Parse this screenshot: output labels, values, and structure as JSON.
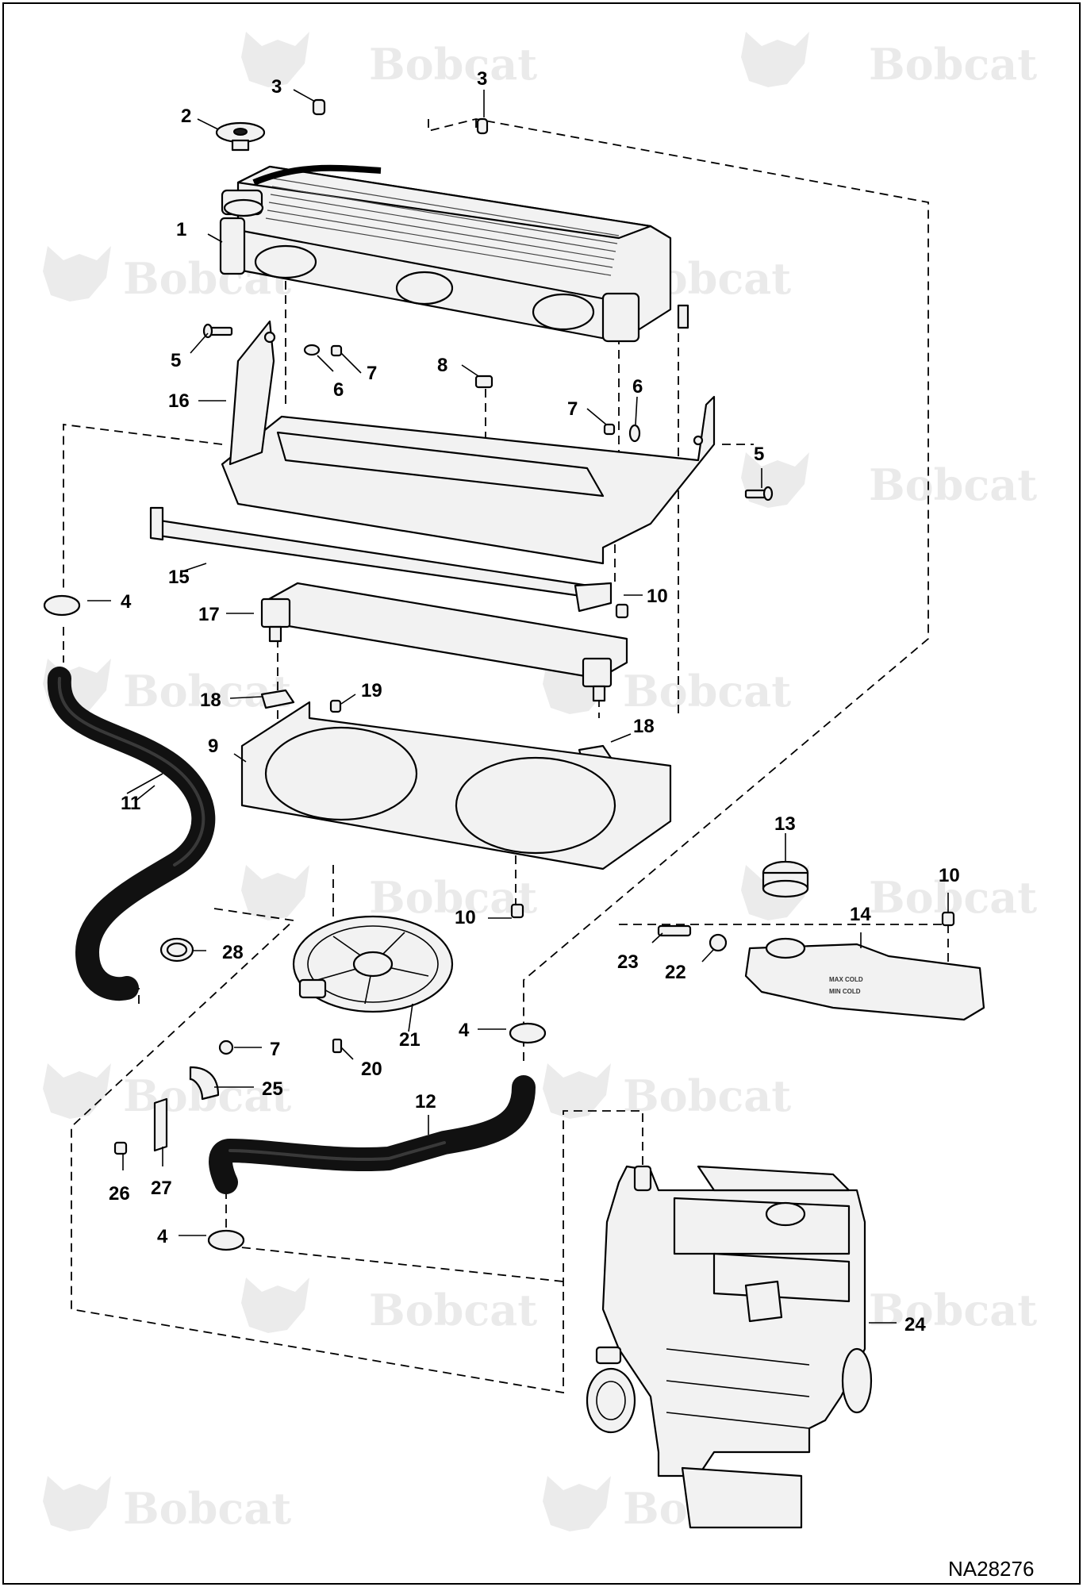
{
  "brand_watermark": "Bobcat",
  "drawing_number": "NA28276",
  "reservoir_markings": {
    "max": "MAX COLD",
    "min": "MIN COLD"
  },
  "part_callouts": [
    "1",
    "2",
    "3",
    "4",
    "5",
    "6",
    "7",
    "8",
    "9",
    "10",
    "11",
    "12",
    "13",
    "14",
    "15",
    "16",
    "17",
    "18",
    "19",
    "20",
    "21",
    "22",
    "23",
    "24",
    "25",
    "26",
    "27",
    "28"
  ]
}
